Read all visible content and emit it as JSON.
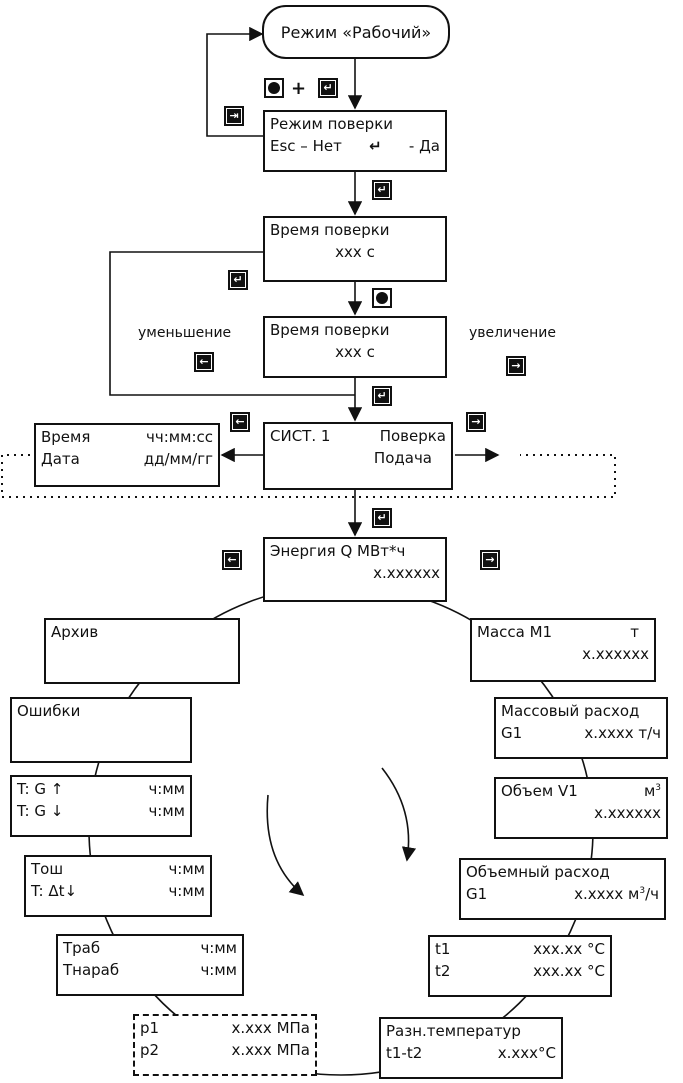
{
  "top": {
    "mode_work": "Режим «Рабочий»"
  },
  "verify_mode": {
    "line1": "Режим поверки",
    "line2_a": "Esc – Нет",
    "line2_b": "- Да"
  },
  "verify_time1": {
    "line1": "Время поверки",
    "line2": "ххх с"
  },
  "verify_time2": {
    "line1": "Время поверки",
    "line2": "ххх с"
  },
  "labels": {
    "decrease": "уменьшение",
    "increase": "увеличение",
    "plus": "+"
  },
  "datetime": {
    "t_label": "Время",
    "t_fmt": "чч:мм:сс",
    "d_label": "Дата",
    "d_fmt": "дд/мм/гг"
  },
  "sys": {
    "a": "СИСТ. 1",
    "b": "Поверка",
    "c": "Подача"
  },
  "energy": {
    "line1": "Энергия Q МВт*ч",
    "line2": "х.хххххх"
  },
  "archive": {
    "line1": "Архив"
  },
  "errors": {
    "line1": "Ошибки"
  },
  "tg": {
    "r1a": "T: G ↑",
    "r1b": "ч:мм",
    "r2a": "T: G ↓",
    "r2b": "ч:мм"
  },
  "tosh": {
    "r1a": "Тош",
    "r1b": "ч:мм",
    "r2a": "T: Δt↓",
    "r2b": "ч:мм"
  },
  "trab": {
    "r1a": "Траб",
    "r1b": "ч:мм",
    "r2a": "Тнараб",
    "r2b": "ч:мм"
  },
  "pressure": {
    "r1a": "p1",
    "r1b": "х.ххх МПа",
    "r2a": "p2",
    "r2b": "х.ххх МПа"
  },
  "mass": {
    "r1a": "Масса М1",
    "r1b": "т",
    "line2": "х.хххххх"
  },
  "massflow": {
    "line1": "Массовый расход",
    "r2a": "G1",
    "r2b": "х.хххх т/ч"
  },
  "volume": {
    "r1a": "Объем V1",
    "r1b": "м",
    "r1sup": "3",
    "line2": "х.хххххх"
  },
  "volflow": {
    "line1": "Объемный расход",
    "r2a": "G1",
    "r2b": "х.хххх м",
    "r2sup": "3",
    "r2c": "/ч"
  },
  "temps": {
    "r1a": "t1",
    "r1b": "ххх.хх °С",
    "r2a": "t2",
    "r2b": "ххх.хх °С"
  },
  "tdiff": {
    "line1": "Разн.температур",
    "r2a": "t1-t2",
    "r2b": "х.ххх°С"
  }
}
